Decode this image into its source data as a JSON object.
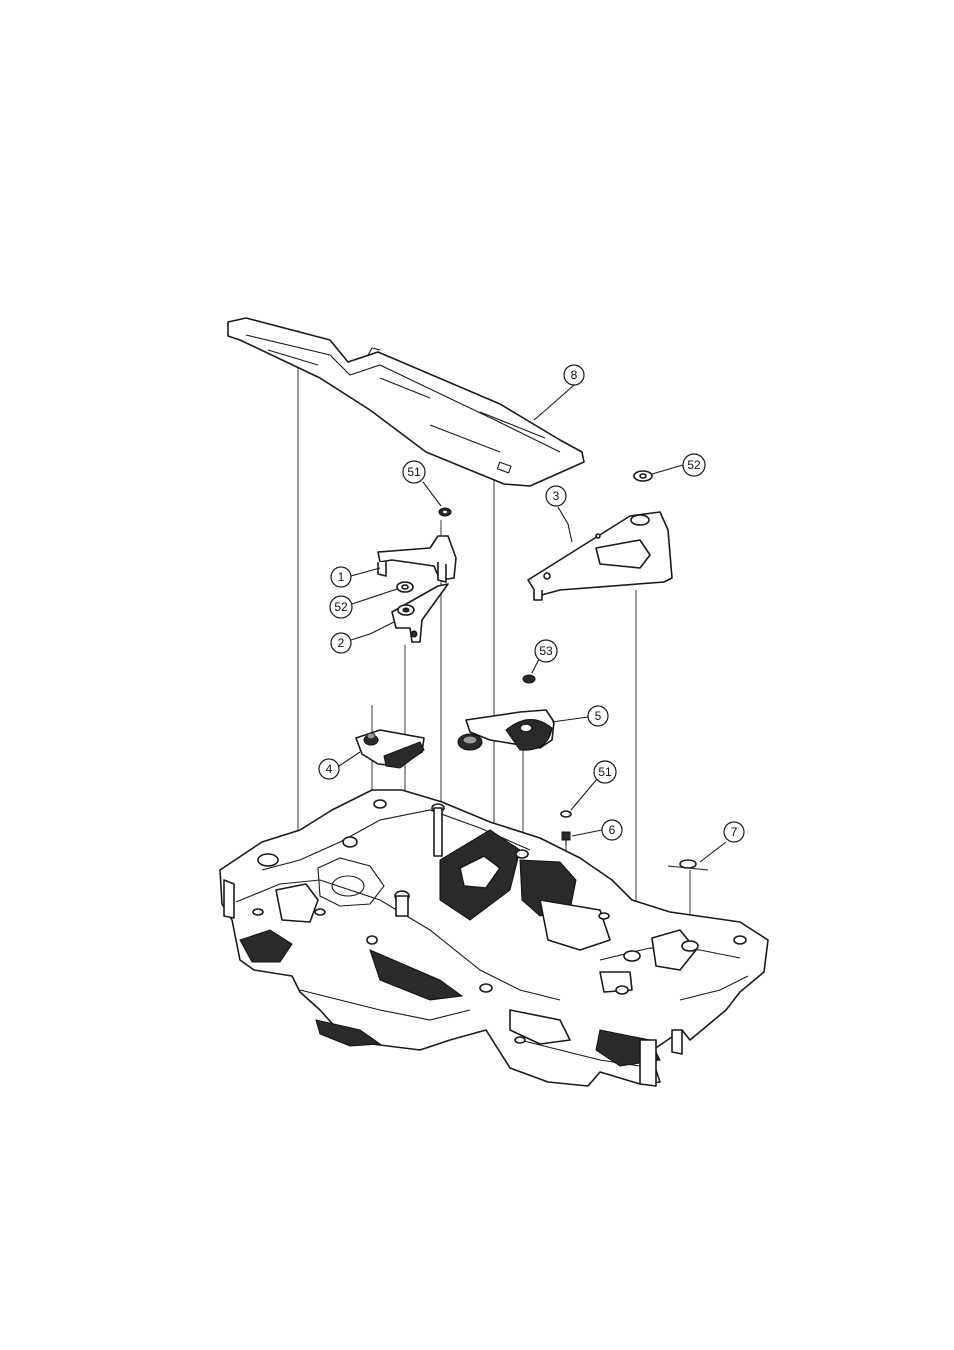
{
  "callouts": [
    {
      "id": "c1",
      "label": "1"
    },
    {
      "id": "c2",
      "label": "2"
    },
    {
      "id": "c3",
      "label": "3"
    },
    {
      "id": "c4",
      "label": "4"
    },
    {
      "id": "c5",
      "label": "5"
    },
    {
      "id": "c6",
      "label": "6"
    },
    {
      "id": "c7",
      "label": "7"
    },
    {
      "id": "c8",
      "label": "8"
    },
    {
      "id": "c51a",
      "label": "51"
    },
    {
      "id": "c51b",
      "label": "51"
    },
    {
      "id": "c52a",
      "label": "52"
    },
    {
      "id": "c52b",
      "label": "52"
    },
    {
      "id": "c53",
      "label": "53"
    }
  ]
}
